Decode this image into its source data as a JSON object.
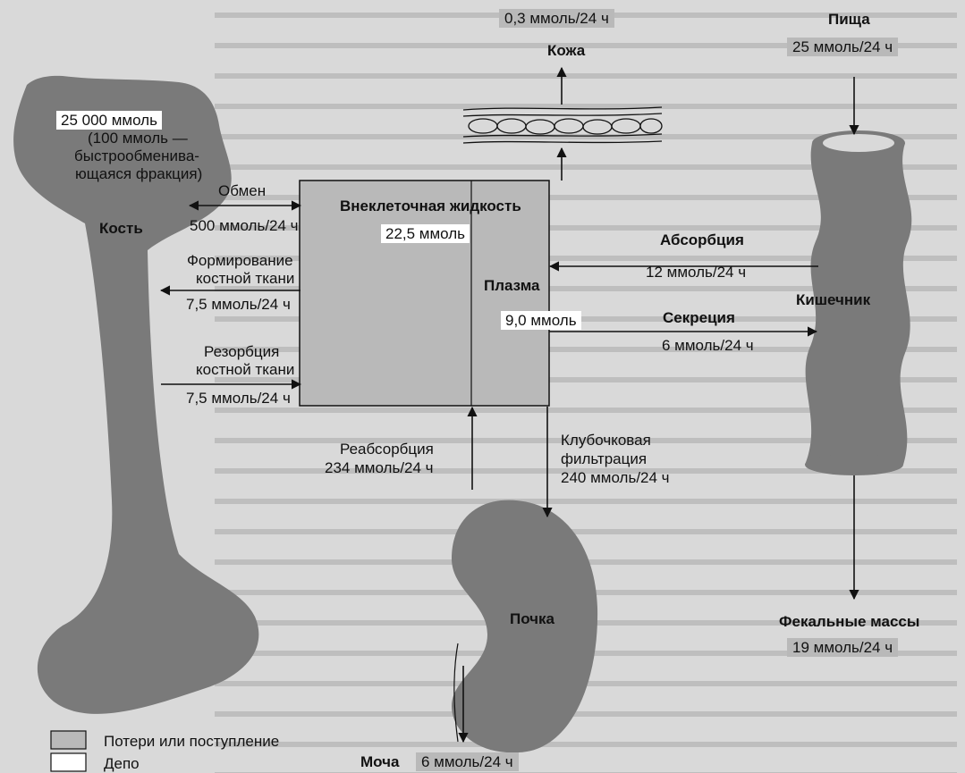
{
  "colors": {
    "loss_gain": "#b9b9b9",
    "depot": "#ffffff",
    "organ": "#7a7a7a",
    "page": "#d9d9d9"
  },
  "bone": {
    "amount": "25 000 ммоль",
    "fraction": [
      "(100 ммоль —",
      "быстрообменива-",
      "ющаяся фракция)"
    ],
    "label": "Кость"
  },
  "exchange": {
    "label": "Обмен",
    "rate": "500 ммоль/24 ч"
  },
  "formation": {
    "label": [
      "Формирование",
      "костной ткани"
    ],
    "rate": "7,5 ммоль/24 ч"
  },
  "resorption": {
    "label": [
      "Резорбция",
      "костной ткани"
    ],
    "rate": "7,5 ммоль/24 ч"
  },
  "ecf": {
    "label": "Внеклеточная жидкость",
    "amount": "22,5 ммоль"
  },
  "plasma": {
    "label": "Плазма",
    "amount": "9,0 ммоль"
  },
  "skin": {
    "rate": "0,3 ммоль/24 ч",
    "label": "Кожа"
  },
  "food": {
    "label": "Пища",
    "rate": "25 ммоль/24 ч"
  },
  "absorption": {
    "label": "Абсорбция",
    "rate": "12 ммоль/24 ч"
  },
  "secretion": {
    "label": "Секреция",
    "rate": "6 ммоль/24 ч"
  },
  "intestine": {
    "label": "Кишечник"
  },
  "feces": {
    "label": "Фекальные массы",
    "rate": "19 ммоль/24 ч"
  },
  "reabsorption": {
    "label": "Реабсорбция",
    "rate": "234 ммоль/24 ч"
  },
  "filtration": {
    "label": [
      "Клубочковая",
      "фильтрация"
    ],
    "rate": "240 ммоль/24 ч"
  },
  "kidney": {
    "label": "Почка"
  },
  "urine": {
    "label": "Моча",
    "rate": "6 ммоль/24 ч"
  },
  "legend": {
    "loss_gain": "Потери или поступление",
    "depot": "Депо"
  }
}
